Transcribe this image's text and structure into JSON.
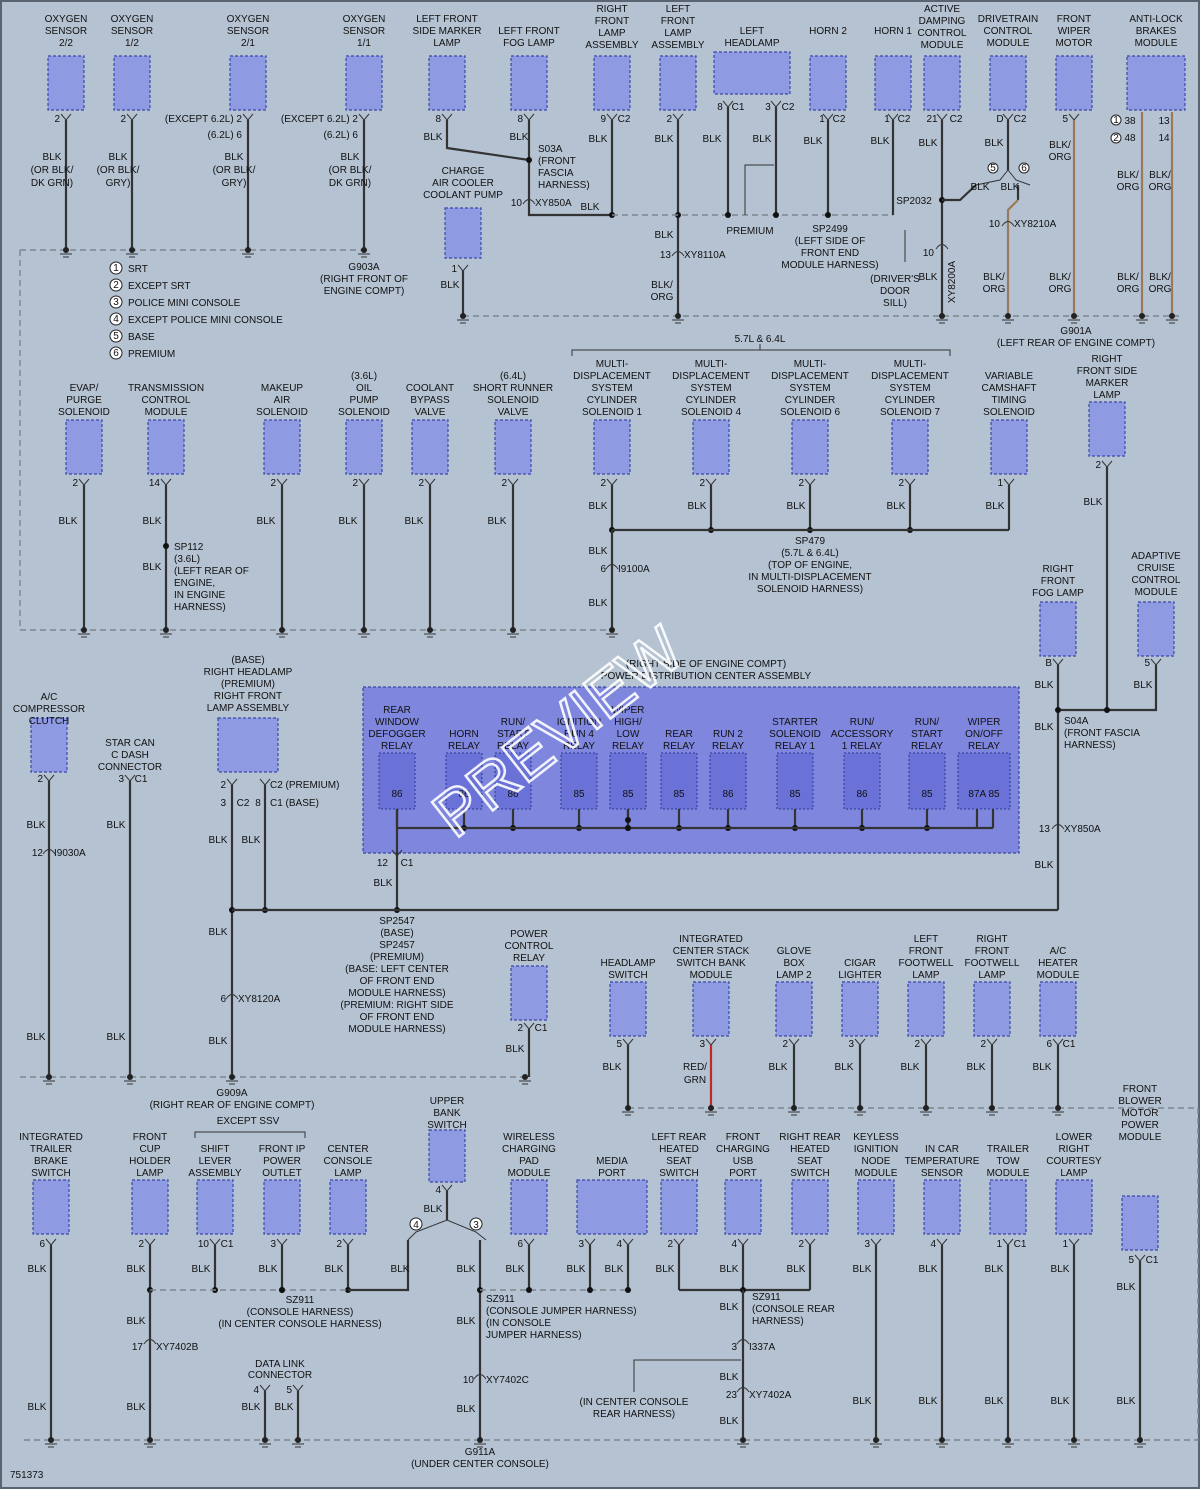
{
  "diagram_id": "751373",
  "watermark": "PREVIEW",
  "legend": [
    {
      "num": "1",
      "text": "SRT"
    },
    {
      "num": "2",
      "text": "EXCEPT SRT"
    },
    {
      "num": "3",
      "text": "POLICE MINI CONSOLE"
    },
    {
      "num": "4",
      "text": "EXCEPT POLICE MINI CONSOLE"
    },
    {
      "num": "5",
      "text": "BASE"
    },
    {
      "num": "6",
      "text": "PREMIUM"
    }
  ],
  "ground_labels": [
    {
      "id": "g903a",
      "lines": [
        "G903A",
        "(RIGHT FRONT OF",
        "ENGINE COMPT)"
      ]
    },
    {
      "id": "g901a",
      "lines": [
        "G901A",
        "(LEFT REAR OF ENGINE COMPT)"
      ]
    },
    {
      "id": "g909a",
      "lines": [
        "G909A",
        "(RIGHT REAR OF ENGINE COMPT)"
      ]
    },
    {
      "id": "g911a",
      "lines": [
        "G911A",
        "(UNDER CENTER CONSOLE)"
      ]
    }
  ],
  "row1": [
    {
      "id": "o22",
      "lines": [
        "OXYGEN",
        "SENSOR",
        "2/2"
      ],
      "pin": "2",
      "wire": [
        "BLK",
        "(OR BLK/",
        "DK GRN)"
      ]
    },
    {
      "id": "o12",
      "lines": [
        "OXYGEN",
        "SENSOR",
        "1/2"
      ],
      "pin": "2",
      "wire": [
        "BLK",
        "(OR BLK/",
        "GRY)"
      ]
    },
    {
      "id": "o21",
      "lines": [
        "OXYGEN",
        "SENSOR",
        "2/1"
      ],
      "pinnote": [
        "(EXCEPT 6.2L) 2",
        "(6.2L) 6"
      ],
      "wire": [
        "BLK",
        "(OR BLK/",
        "GRY)"
      ]
    },
    {
      "id": "o11",
      "lines": [
        "OXYGEN",
        "SENSOR",
        "1/1"
      ],
      "pinnote": [
        "(EXCEPT 6.2L) 2",
        "(6.2L) 6"
      ],
      "wire": [
        "BLK",
        "(OR BLK/",
        "DK GRN)"
      ]
    },
    {
      "id": "lfsm",
      "lines": [
        "LEFT FRONT",
        "SIDE MARKER",
        "LAMP"
      ],
      "pin": "8",
      "wire": [
        "BLK"
      ]
    },
    {
      "id": "lffl",
      "lines": [
        "LEFT FRONT",
        "FOG LAMP"
      ],
      "pin": "8",
      "wire": [
        "BLK"
      ]
    },
    {
      "id": "rfla",
      "lines": [
        "RIGHT",
        "FRONT",
        "LAMP",
        "ASSEMBLY"
      ],
      "pin": "9",
      "conn": "C2",
      "wire": [
        "BLK"
      ]
    },
    {
      "id": "lfla",
      "lines": [
        "LEFT",
        "FRONT",
        "LAMP",
        "ASSEMBLY"
      ],
      "pin": "2",
      "wire": [
        "BLK"
      ]
    },
    {
      "id": "lhl",
      "lines": [
        "LEFT",
        "HEADLAMP"
      ],
      "pins": [
        "8",
        "C1",
        "3",
        "C2"
      ],
      "wire": [
        "BLK",
        "BLK"
      ]
    },
    {
      "id": "h2",
      "lines": [
        "HORN 2"
      ],
      "pin": "1",
      "conn": "C2",
      "wire": [
        "BLK"
      ]
    },
    {
      "id": "h1",
      "lines": [
        "HORN 1"
      ],
      "pin": "1",
      "conn": "C2",
      "wire": [
        "BLK"
      ]
    },
    {
      "id": "adcm",
      "lines": [
        "ACTIVE",
        "DAMPING",
        "CONTROL",
        "MODULE"
      ],
      "pin": "21",
      "conn": "C2",
      "wire": [
        "BLK"
      ]
    },
    {
      "id": "dcm",
      "lines": [
        "DRIVETRAIN",
        "CONTROL",
        "MODULE"
      ],
      "pin": "D",
      "conn": "C2",
      "wire": [
        "BLK"
      ]
    },
    {
      "id": "fwm",
      "lines": [
        "FRONT",
        "WIPER",
        "MOTOR"
      ],
      "pin": "5",
      "wire": [
        "BLK/",
        "ORG"
      ]
    },
    {
      "id": "abm",
      "lines": [
        "ANTI-LOCK",
        "BRAKES",
        "MODULE"
      ],
      "pins": [
        "38",
        "48",
        "13",
        "14"
      ],
      "wire": [
        "BLK/",
        "ORG"
      ]
    }
  ],
  "row1_extra": {
    "charge_pump": [
      "CHARGE",
      "AIR COOLER",
      "COOLANT PUMP"
    ],
    "charge_pin": "1",
    "s03a": [
      "S03A",
      "(FRONT",
      "FASCIA",
      "HARNESS)"
    ],
    "xy850a": "XY850A",
    "xy850a_pin": "10",
    "xy8110a": "XY8110A",
    "xy8110a_pin": "13",
    "premium": "PREMIUM",
    "sp2499": [
      "SP2499",
      "(LEFT SIDE OF",
      "FRONT END",
      "MODULE HARNESS)"
    ],
    "sp2032": "SP2032",
    "drivers_sill": [
      "(DRIVER'S",
      "DOOR",
      "SILL)"
    ],
    "xy8200a": "XY8200A",
    "xy8200a_pin": "10",
    "xy8210a": "XY8210A",
    "xy8210a_pin": "10",
    "blk": "BLK",
    "blkorg": [
      "BLK/",
      "ORG"
    ]
  },
  "mds_bracket": "5.7L & 6.4L",
  "row2": [
    {
      "id": "evap",
      "lines": [
        "EVAP/",
        "PURGE",
        "SOLENOID"
      ],
      "pin": "2"
    },
    {
      "id": "tcm",
      "lines": [
        "TRANSMISSION",
        "CONTROL",
        "MODULE"
      ],
      "pin": "14"
    },
    {
      "id": "makeup",
      "lines": [
        "MAKEUP",
        "AIR",
        "SOLENOID"
      ],
      "pin": "2"
    },
    {
      "id": "oilpump",
      "lines": [
        "(3.6L)",
        "OIL",
        "PUMP",
        "SOLENOID"
      ],
      "pin": "2"
    },
    {
      "id": "coolant",
      "lines": [
        "COOLANT",
        "BYPASS",
        "VALVE"
      ],
      "pin": "2"
    },
    {
      "id": "srsv",
      "lines": [
        "(6.4L)",
        "SHORT RUNNER",
        "SOLENOID",
        "VALVE"
      ],
      "pin": "2"
    },
    {
      "id": "mds1",
      "lines": [
        "MULTI-",
        "DISPLACEMENT",
        "SYSTEM",
        "CYLINDER",
        "SOLENOID 1"
      ],
      "pin": "2"
    },
    {
      "id": "mds4",
      "lines": [
        "MULTI-",
        "DISPLACEMENT",
        "SYSTEM",
        "CYLINDER",
        "SOLENOID 4"
      ],
      "pin": "2"
    },
    {
      "id": "mds6",
      "lines": [
        "MULTI-",
        "DISPLACEMENT",
        "SYSTEM",
        "CYLINDER",
        "SOLENOID 6"
      ],
      "pin": "2"
    },
    {
      "id": "mds7",
      "lines": [
        "MULTI-",
        "DISPLACEMENT",
        "SYSTEM",
        "CYLINDER",
        "SOLENOID 7"
      ],
      "pin": "2"
    },
    {
      "id": "vcts",
      "lines": [
        "VARIABLE",
        "CAMSHAFT",
        "TIMING",
        "SOLENOID"
      ],
      "pin": "1"
    },
    {
      "id": "rfsm",
      "lines": [
        "RIGHT",
        "FRONT SIDE",
        "MARKER",
        "LAMP"
      ],
      "pin": "2"
    }
  ],
  "row2_extra": {
    "sp112": [
      "SP112",
      "(3.6L)",
      "(LEFT REAR OF",
      "ENGINE,",
      "IN ENGINE",
      "HARNESS)"
    ],
    "sp479": [
      "SP479",
      "(5.7L & 6.4L)",
      "(TOP OF ENGINE,",
      "IN MULTI-DISPLACEMENT",
      "SOLENOID HARNESS)"
    ],
    "i9100a": "I9100A",
    "i9100a_pin": "6"
  },
  "pdc": {
    "title": [
      "(RIGHT SIDE OF ENGINE COMPT)",
      "POWER DISTRIBUTION CENTER ASSEMBLY"
    ],
    "relays": [
      {
        "id": "rwd",
        "lines": [
          "REAR",
          "WINDOW",
          "DEFOGGER",
          "RELAY"
        ],
        "pin": "86"
      },
      {
        "id": "horn",
        "lines": [
          "HORN",
          "RELAY"
        ],
        "pin": "86"
      },
      {
        "id": "runstart",
        "lines": [
          "RUN/",
          "START",
          "RELAY"
        ],
        "pin": "86"
      },
      {
        "id": "ign",
        "lines": [
          "IGNITION",
          "RUN 4",
          "RELAY"
        ],
        "pin": "85"
      },
      {
        "id": "wiper",
        "lines": [
          "WIPER",
          "HIGH/",
          "LOW",
          "RELAY"
        ],
        "pin": "85"
      },
      {
        "id": "rear",
        "lines": [
          "REAR",
          "RELAY"
        ],
        "pin": "85"
      },
      {
        "id": "run2",
        "lines": [
          "RUN 2",
          "RELAY"
        ],
        "pin": "86"
      },
      {
        "id": "starter",
        "lines": [
          "STARTER",
          "SOLENOID",
          "RELAY 1"
        ],
        "pin": "85"
      },
      {
        "id": "runacc",
        "lines": [
          "RUN/",
          "ACCESSORY",
          "1 RELAY"
        ],
        "pin": "86"
      },
      {
        "id": "runstart2",
        "lines": [
          "RUN/",
          "START",
          "RELAY"
        ],
        "pin": "85"
      },
      {
        "id": "wiperonoff",
        "lines": [
          "WIPER",
          "ON/OFF",
          "RELAY"
        ],
        "pin": "87A 85"
      }
    ],
    "out_pin": "12",
    "out_conn": "C1",
    "out_wire": "BLK"
  },
  "row3_left": {
    "ac_clutch": [
      "A/C",
      "COMPRESSOR",
      "CLUTCH"
    ],
    "ac_pin": "2",
    "i9030a": "I9030A",
    "i9030a_pin": "12",
    "star_can": [
      "STAR CAN",
      "C DASH",
      "CONNECTOR"
    ],
    "star_pin": "3",
    "star_conn": "C1",
    "rhl": [
      "(BASE)",
      "RIGHT HEADLAMP",
      "(PREMIUM)",
      "RIGHT FRONT",
      "LAMP ASSEMBLY"
    ],
    "rhl_pins": [
      "2",
      "C2 (PREMIUM)",
      "3",
      "C2",
      "8",
      "C1 (BASE)"
    ],
    "sp2547": [
      "SP2547",
      "(BASE)",
      "SP2457",
      "(PREMIUM)",
      "(BASE: LEFT CENTER",
      "OF FRONT END",
      "MODULE HARNESS)",
      "(PREMIUM: RIGHT SIDE",
      "OF FRONT END",
      "MODULE HARNESS)"
    ],
    "xy8120a": "XY8120A",
    "xy8120a_pin": "6",
    "power_relay": [
      "POWER",
      "CONTROL",
      "RELAY"
    ],
    "power_pin": "2",
    "power_conn": "C1"
  },
  "right_column": {
    "rffl": [
      "RIGHT",
      "FRONT",
      "FOG LAMP"
    ],
    "rffl_pin": "B",
    "acc": [
      "ADAPTIVE",
      "CRUISE",
      "CONTROL",
      "MODULE"
    ],
    "acc_pin": "5",
    "s04a": [
      "S04A",
      "(FRONT FASCIA",
      "HARNESS)"
    ],
    "xy850a": "XY850A",
    "xy850a_pin": "13"
  },
  "row4": [
    {
      "id": "hls",
      "lines": [
        "HEADLAMP",
        "SWITCH"
      ],
      "pin": "5",
      "wire": [
        "BLK"
      ]
    },
    {
      "id": "icss",
      "lines": [
        "INTEGRATED",
        "CENTER STACK",
        "SWITCH BANK",
        "MODULE"
      ],
      "pin": "3",
      "wire": [
        "RED/",
        "GRN"
      ]
    },
    {
      "id": "gbl",
      "lines": [
        "GLOVE",
        "BOX",
        "LAMP 2"
      ],
      "pin": "2",
      "wire": [
        "BLK"
      ]
    },
    {
      "id": "cig",
      "lines": [
        "CIGAR",
        "LIGHTER"
      ],
      "pin": "3",
      "wire": [
        "BLK"
      ]
    },
    {
      "id": "lffw",
      "lines": [
        "LEFT",
        "FRONT",
        "FOOTWELL",
        "LAMP"
      ],
      "pin": "2",
      "wire": [
        "BLK"
      ]
    },
    {
      "id": "rffw",
      "lines": [
        "RIGHT",
        "FRONT",
        "FOOTWELL",
        "LAMP"
      ],
      "pin": "2",
      "wire": [
        "BLK"
      ]
    },
    {
      "id": "ach",
      "lines": [
        "A/C",
        "HEATER",
        "MODULE"
      ],
      "pin": "6",
      "conn": "C1",
      "wire": [
        "BLK"
      ]
    }
  ],
  "row5": [
    {
      "id": "itbs",
      "lines": [
        "INTEGRATED",
        "TRAILER",
        "BRAKE",
        "SWITCH"
      ],
      "pin": "6"
    },
    {
      "id": "fchl",
      "lines": [
        "FRONT",
        "CUP",
        "HOLDER",
        "LAMP"
      ],
      "pin": "2"
    },
    {
      "id": "sla",
      "lines": [
        "SHIFT",
        "LEVER",
        "ASSEMBLY"
      ],
      "pin": "10",
      "conn": "C1"
    },
    {
      "id": "fipo",
      "lines": [
        "FRONT IP",
        "POWER",
        "OUTLET"
      ],
      "pin": "3"
    },
    {
      "id": "ccl",
      "lines": [
        "CENTER",
        "CONSOLE",
        "LAMP"
      ],
      "pin": "2"
    },
    {
      "id": "wcpm",
      "lines": [
        "WIRELESS",
        "CHARGING",
        "PAD",
        "MODULE"
      ],
      "pin": "6"
    },
    {
      "id": "media",
      "lines": [
        "MEDIA",
        "PORT"
      ],
      "pin": "3 4"
    },
    {
      "id": "lrhs",
      "lines": [
        "LEFT REAR",
        "HEATED",
        "SEAT",
        "SWITCH"
      ],
      "pin": "2"
    },
    {
      "id": "fcusb",
      "lines": [
        "FRONT",
        "CHARGING",
        "USB",
        "PORT"
      ],
      "pin": "4"
    },
    {
      "id": "rrhs",
      "lines": [
        "RIGHT REAR",
        "HEATED",
        "SEAT",
        "SWITCH"
      ],
      "pin": "2"
    },
    {
      "id": "kinm",
      "lines": [
        "KEYLESS",
        "IGNITION",
        "NODE",
        "MODULE"
      ],
      "pin": "3"
    },
    {
      "id": "icts",
      "lines": [
        "IN CAR",
        "TEMPERATURE",
        "SENSOR"
      ],
      "pin": "4"
    },
    {
      "id": "ttm",
      "lines": [
        "TRAILER",
        "TOW",
        "MODULE"
      ],
      "pin": "1",
      "conn": "C1"
    },
    {
      "id": "lrcl",
      "lines": [
        "LOWER",
        "RIGHT",
        "COURTESY",
        "LAMP"
      ],
      "pin": "1"
    },
    {
      "id": "fbm",
      "lines": [
        "FRONT",
        "BLOWER",
        "MOTOR",
        "POWER",
        "MODULE"
      ],
      "pin": "5",
      "conn": "C1"
    }
  ],
  "row5_extra": {
    "except_ssv": "EXCEPT SSV",
    "upper_bank": [
      "UPPER",
      "BANK",
      "SWITCH"
    ],
    "upper_pin": "4",
    "sz911_a": [
      "SZ911",
      "(CONSOLE HARNESS)",
      "(IN CENTER CONSOLE HARNESS)"
    ],
    "sz911_b": [
      "SZ911",
      "(CONSOLE JUMPER HARNESS)",
      "(IN CONSOLE",
      "JUMPER HARNESS)"
    ],
    "sz911_c": [
      "SZ911",
      "(CONSOLE REAR",
      "HARNESS)"
    ],
    "xy7402b": "XY7402B",
    "xy7402b_pin": "17",
    "xy7402c": "XY7402C",
    "xy7402c_pin": "10",
    "i337a": "I337A",
    "i337a_pin": "3",
    "xy7402a": "XY7402A",
    "xy7402a_pin": "23",
    "in_center": [
      "(IN CENTER CONSOLE",
      "REAR HARNESS)"
    ],
    "dlc": [
      "DATA LINK",
      "CONNECTOR"
    ],
    "dlc_pins": [
      "4",
      "5"
    ]
  }
}
